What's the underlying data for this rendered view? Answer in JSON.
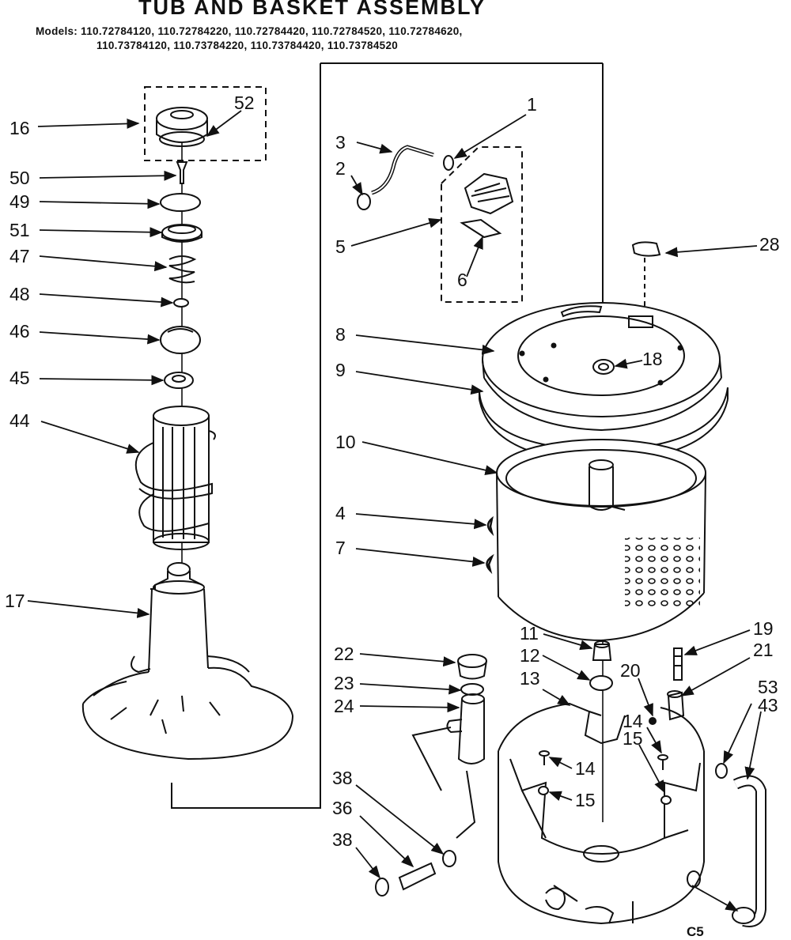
{
  "title": "TUB AND BASKET ASSEMBLY",
  "models_label": "Models:",
  "models_line1": "110.72784120, 110.72784220, 110.72784420, 110.72784520, 110.72784620,",
  "models_line2": "110.73784120, 110.73784220, 110.73784420, 110.73784520",
  "diagram_code": "C5",
  "callouts": {
    "p1": "1",
    "p2": "2",
    "p3": "3",
    "p4": "4",
    "p5": "5",
    "p6": "6",
    "p7": "7",
    "p8": "8",
    "p9": "9",
    "p10": "10",
    "p11": "11",
    "p12": "12",
    "p13": "13",
    "p14": "14",
    "p15": "15",
    "p16": "16",
    "p17": "17",
    "p18": "18",
    "p19": "19",
    "p20": "20",
    "p21": "21",
    "p22": "22",
    "p23": "23",
    "p24": "24",
    "p28": "28",
    "p36": "36",
    "p38": "38",
    "p43": "43",
    "p44": "44",
    "p45": "45",
    "p46": "46",
    "p47": "47",
    "p48": "48",
    "p49": "49",
    "p50": "50",
    "p51": "51",
    "p52": "52",
    "p53": "53"
  }
}
